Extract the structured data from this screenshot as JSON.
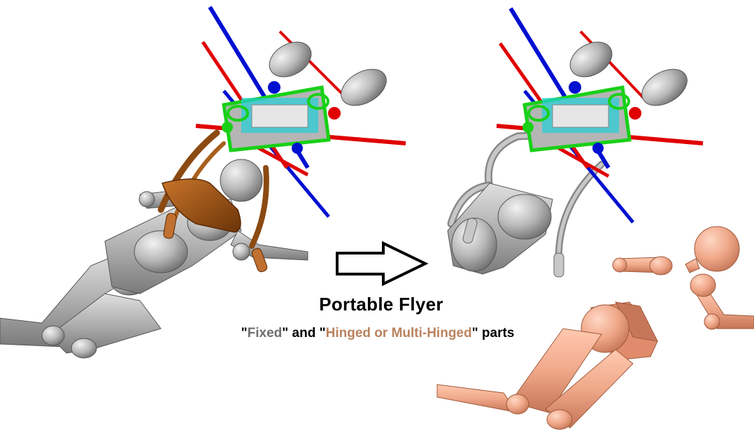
{
  "title": "Portable Flyer",
  "subtitle": {
    "q1": "\"",
    "fixed": "Fixed",
    "mid": "\" and \"",
    "hinged": "Hinged or Multi-Hinged",
    "end": "\" parts"
  },
  "colors": {
    "fixed_gray": "#a9a9a9",
    "hinged_brown": "#8b4a12",
    "body_salmon": "#f0a88a",
    "prop_red": "#e00000",
    "prop_blue": "#0010d0",
    "frame_green": "#18d018",
    "label_fixed": "#6e6e6e",
    "label_hinged": "#b9835f"
  }
}
